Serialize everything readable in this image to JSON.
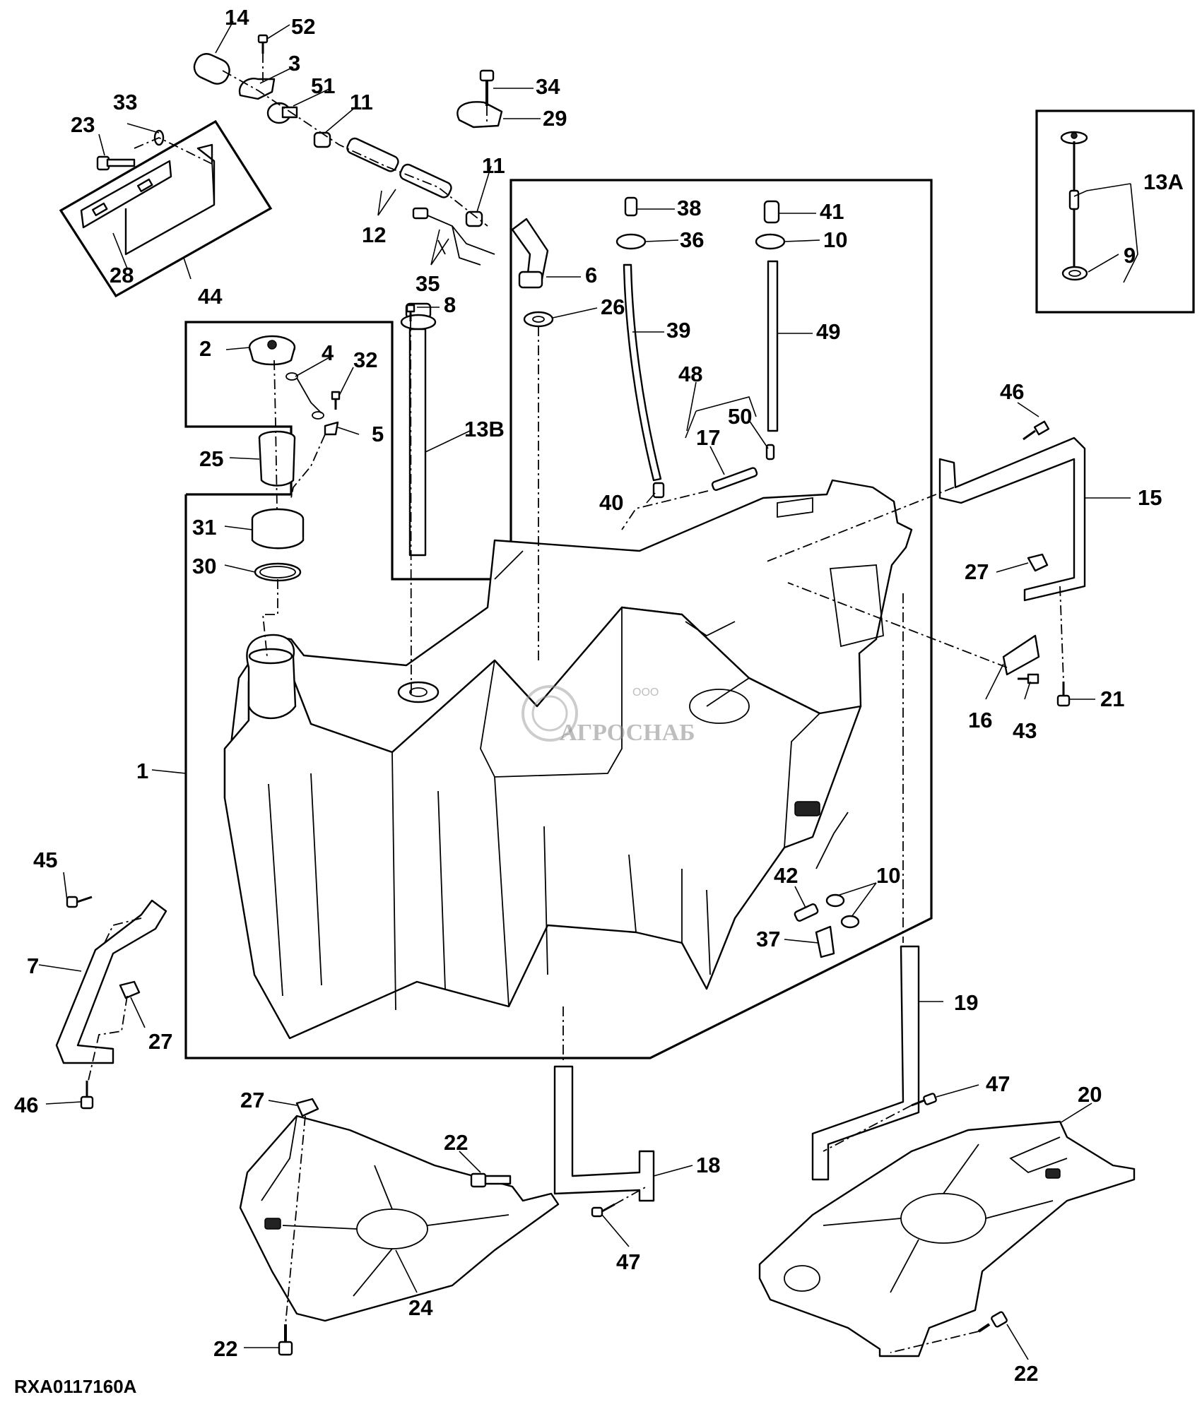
{
  "drawing_code": "RXA0117160A",
  "watermark": {
    "brand": "АГРОСНАБ",
    "prefix": "ООО"
  },
  "callouts": {
    "c1": "1",
    "c2": "2",
    "c3": "3",
    "c4": "4",
    "c5": "5",
    "c6": "6",
    "c7": "7",
    "c8": "8",
    "c9": "9",
    "c10a": "10",
    "c10b": "10",
    "c11a": "11",
    "c11b": "11",
    "c12": "12",
    "c13a": "13A",
    "c13b": "13B",
    "c14": "14",
    "c15": "15",
    "c16": "16",
    "c17": "17",
    "c18": "18",
    "c19": "19",
    "c20": "20",
    "c21": "21",
    "c22a": "22",
    "c22b": "22",
    "c22c": "22",
    "c23": "23",
    "c24": "24",
    "c25": "25",
    "c26": "26",
    "c27a": "27",
    "c27b": "27",
    "c27c": "27",
    "c28": "28",
    "c29": "29",
    "c30": "30",
    "c31": "31",
    "c32": "32",
    "c33": "33",
    "c34": "34",
    "c35": "35",
    "c36": "36",
    "c37": "37",
    "c38": "38",
    "c39": "39",
    "c40": "40",
    "c41": "41",
    "c42": "42",
    "c43": "43",
    "c44": "44",
    "c45": "45",
    "c46a": "46",
    "c46b": "46",
    "c47a": "47",
    "c47b": "47",
    "c48": "48",
    "c49": "49",
    "c50": "50",
    "c51": "51",
    "c52": "52"
  }
}
